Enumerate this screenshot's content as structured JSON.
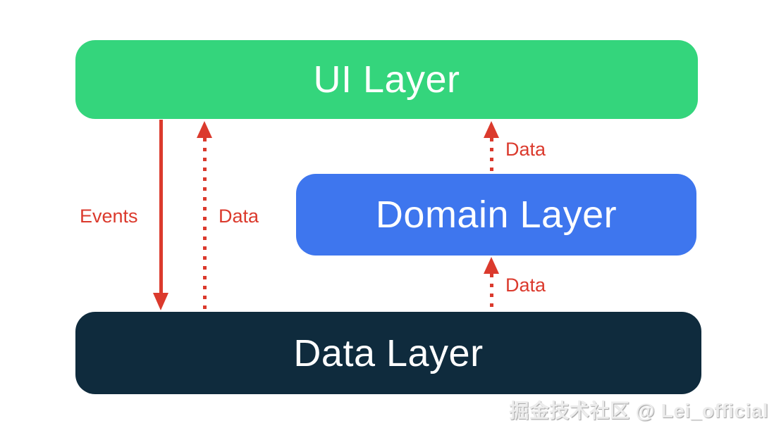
{
  "diagram": {
    "type": "architecture-layers",
    "layers": [
      {
        "id": "ui",
        "label": "UI Layer",
        "color": "#34d57c",
        "text_color": "#ffffff"
      },
      {
        "id": "domain",
        "label": "Domain Layer",
        "color": "#3e76ee",
        "text_color": "#ffffff"
      },
      {
        "id": "data",
        "label": "Data Layer",
        "color": "#0f2b3d",
        "text_color": "#ffffff"
      }
    ],
    "arrows": [
      {
        "id": "events-down",
        "label": "Events",
        "style": "solid",
        "direction": "down",
        "from": "ui",
        "to": "data"
      },
      {
        "id": "data-up-left",
        "label": "Data",
        "style": "dotted",
        "direction": "up",
        "from": "data",
        "to": "ui"
      },
      {
        "id": "data-domain-ui",
        "label": "Data",
        "style": "dotted",
        "direction": "up",
        "from": "domain",
        "to": "ui"
      },
      {
        "id": "data-data-domain",
        "label": "Data",
        "style": "dotted",
        "direction": "up",
        "from": "data",
        "to": "domain"
      }
    ],
    "arrow_color": "#db3a2d",
    "background_color": "#ffffff",
    "watermark": "掘金技术社区 @ Lei_official"
  }
}
